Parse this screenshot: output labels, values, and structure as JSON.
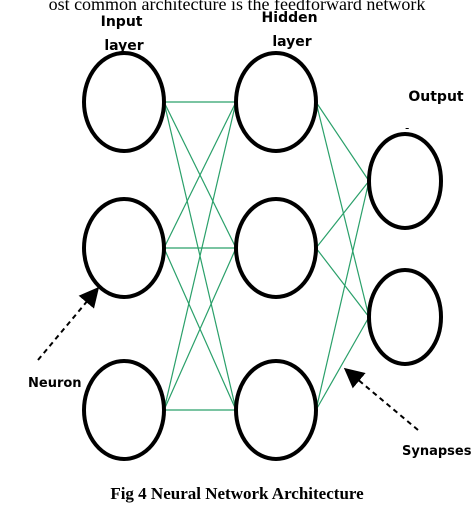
{
  "top_text": "ost common architecture is the feedforward network",
  "labels": {
    "input": "Input layer",
    "hidden": "Hidden layer",
    "output": "Output",
    "neuron": "Neuron",
    "synapses": "Synapses"
  },
  "caption": "Fig 4 Neural Network Architecture",
  "colors": {
    "neuron_stroke": "#000000",
    "synapse": "#2aa06a",
    "text": "#000000",
    "background": "#ffffff"
  },
  "layers": [
    {
      "name": "input",
      "neurons": 3
    },
    {
      "name": "hidden",
      "neurons": 3
    },
    {
      "name": "output",
      "neurons": 2
    }
  ]
}
